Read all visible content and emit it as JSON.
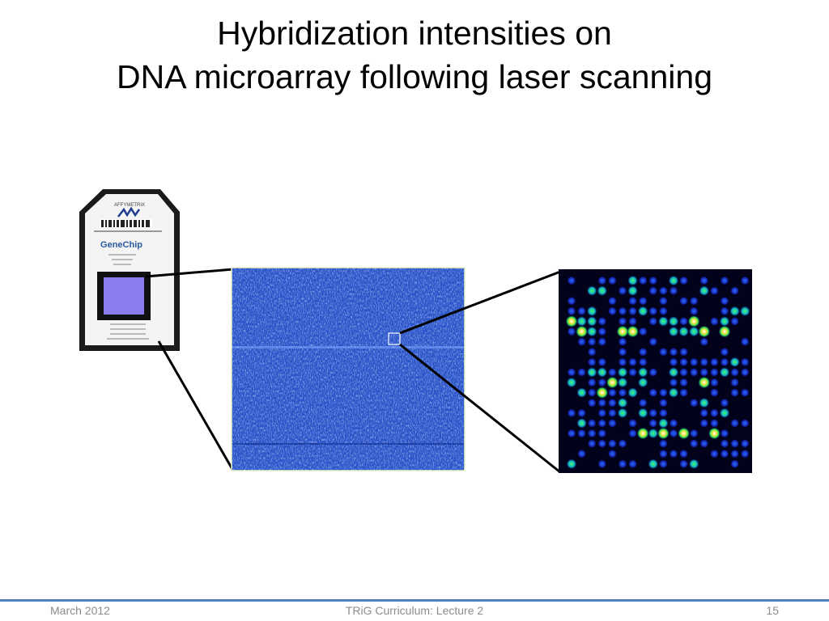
{
  "slide": {
    "title_line1": "Hybridization intensities on",
    "title_line2": "DNA microarray following laser scanning"
  },
  "chip": {
    "brand": "AFFYMETRIX",
    "product": "GeneChip",
    "logo_icon": "affymetrix-logo-icon",
    "barcode_icon": "barcode-icon"
  },
  "footer": {
    "date": "March 2012",
    "center": "TRiG Curriculum: Lecture 2",
    "page": "15"
  },
  "colors": {
    "accent": "#4f81bd",
    "scan_blue": "#2a52c8",
    "chip_window": "#8a7cf0"
  }
}
